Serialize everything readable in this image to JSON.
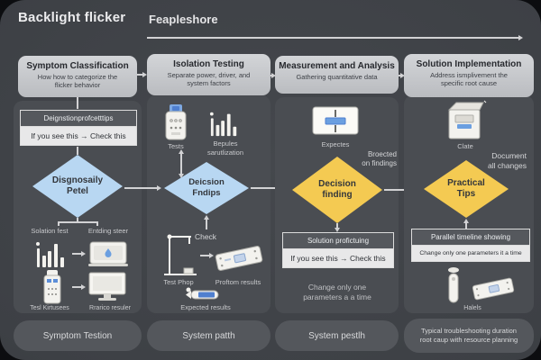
{
  "header": {
    "title": "Backlight flicker",
    "subtitle": "Feapleshore"
  },
  "colors": {
    "background": "#3d4045",
    "panel": "#4a4d52",
    "header_card": "#c7c9cc",
    "pill": "#54575c",
    "diamond_blue": "#b8d7f2",
    "diamond_yellow": "#f4ca52",
    "arrow": "#d2d2d4",
    "accent_blue": "#5d8ed8"
  },
  "columns": [
    {
      "title": "Symptom Classification",
      "subtitle": "How how to categorize the\nflicker behavior",
      "callout_header": "Deignstionprofcetttips",
      "callout_row": "If you see this  →  Check this",
      "diamond": "Disgnosaily\nPetel",
      "branch_left": "Solation fest",
      "branch_right": "Entding steer",
      "icon_label_left": "Tesl Kirtusees",
      "icon_label_right": "Rrarico resuler",
      "pill": "Symptom Testion"
    },
    {
      "title": "Isolation Testing",
      "subtitle": "Separate power, driver, and\nsystem factors",
      "icon_label_tests": "Tests",
      "icon_label_chart": "Bepules\nsarutlization",
      "diamond": "Deicsion\nFndips",
      "check_label": "Check",
      "icon_label_stand": "Test Phop",
      "icon_label_board": "Proftom results",
      "icon_label_pen": "Expected results",
      "pill": "System patth"
    },
    {
      "title": "Measurement and Analysis",
      "subtitle": "Gathering quantitative data",
      "icon_label_screen": "Expectes",
      "note": "Broected\non findings",
      "diamond": "Decision\nfinding",
      "callout_header": "Solution profictuing",
      "callout_row": "If you see this  →  Check this",
      "footnote": "Change only one\nparameters a a time",
      "pill": "System pestlh"
    },
    {
      "title": "Solution Implementation",
      "subtitle": "Address ismplivement the\nspecific root cause",
      "icon_label_carton": "Clate",
      "note": "Document\nall changes",
      "diamond": "Practical\nTips",
      "callout_header": "Parallel timeline showing",
      "callout_row": "Change only one parameters it a time",
      "icon_label_board": "Halels",
      "pill": "Typical troubleshooting duration\nroot caup with resource planning"
    }
  ]
}
